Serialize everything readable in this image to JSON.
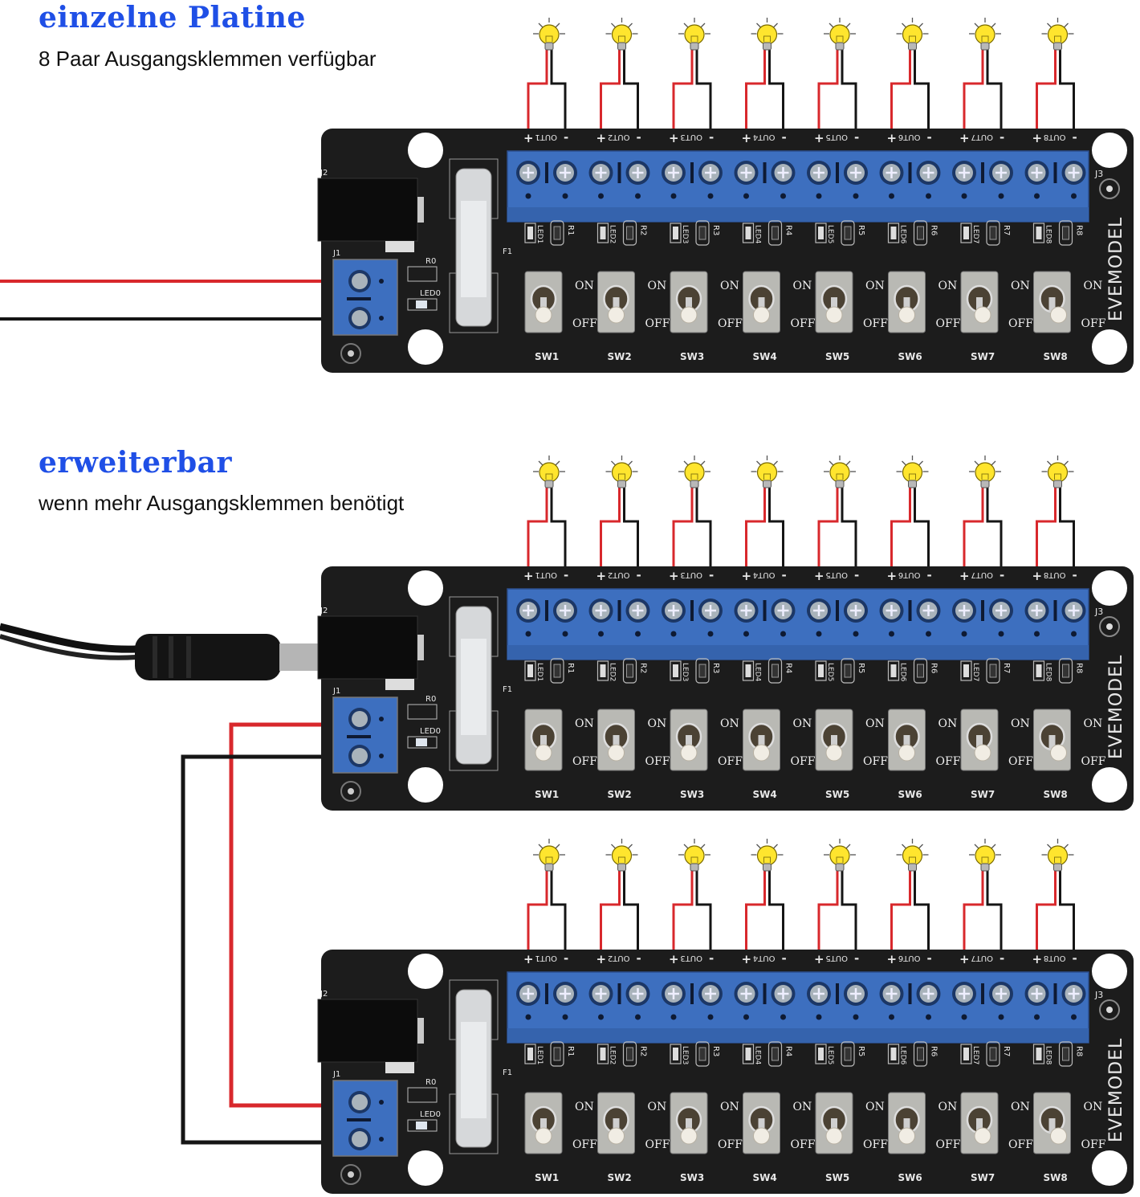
{
  "sections": [
    {
      "title": "einzelne Platine",
      "subtitle": "8 Paar Ausgangsklemmen verfügbar"
    },
    {
      "title": "erweiterbar",
      "subtitle": "wenn mehr Ausgangsklemmen benötigt"
    }
  ],
  "board": {
    "brand": "EVEMODEL",
    "outputs": [
      "OUT1",
      "OUT2",
      "OUT3",
      "OUT4",
      "OUT5",
      "OUT6",
      "OUT7",
      "OUT8"
    ],
    "leds": [
      "LED1",
      "LED2",
      "LED3",
      "LED4",
      "LED5",
      "LED6",
      "LED7",
      "LED8"
    ],
    "resistors": [
      "R1",
      "R2",
      "R3",
      "R4",
      "R5",
      "R6",
      "R7",
      "R8"
    ],
    "switches": [
      "SW1",
      "SW2",
      "SW3",
      "SW4",
      "SW5",
      "SW6",
      "SW7",
      "SW8"
    ],
    "switch_on_label": "ON",
    "switch_off_label": "OFF",
    "plus_label": "+",
    "minus_label": "-",
    "input_terminal_label": "J1",
    "dc_jack_label": "J2",
    "fuse_label": "F1",
    "mount_label": "J3",
    "power_led_label": "LED0",
    "power_resistor_label": "R0"
  },
  "boards": [
    {
      "id": "single",
      "input": "wires"
    },
    {
      "id": "expand-top",
      "input": "dc-plug"
    },
    {
      "id": "expand-bottom",
      "input": "daisy-chain"
    }
  ],
  "colors": {
    "heading": "#1f4fe6",
    "pcb": "#1c1c1c",
    "terminal": "#3d6fbf",
    "wire_positive": "#d8282c",
    "wire_negative": "#151515",
    "bulb": "#ffe52e"
  }
}
